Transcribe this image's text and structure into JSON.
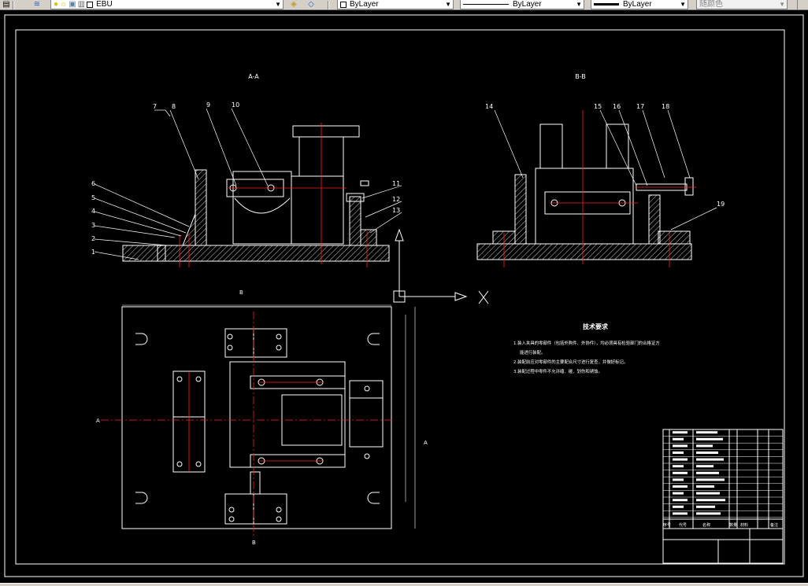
{
  "toolbar": {
    "layer_name": "EBU",
    "color_combo": "ByLayer",
    "linetype_combo": "ByLayer",
    "lineweight_combo": "ByLayer",
    "plotstyle_combo": "随颜色"
  },
  "drawing": {
    "section_a_title": "A-A",
    "section_b_title": "B-B",
    "balloons_left": [
      "1",
      "2",
      "3",
      "4",
      "5",
      "6",
      "7",
      "8",
      "9",
      "10",
      "11",
      "12",
      "13"
    ],
    "balloons_right": [
      "14",
      "15",
      "16",
      "17",
      "18",
      "19"
    ],
    "tech_title": "技术要求",
    "tech_notes": [
      "1.装入夹具的零部件（包括外购件、外协件），均必须具有检验部门的合格证方",
      "能进行装配。",
      "2.装配前应对零部件的主要配合尺寸进行复查，并做好标记。",
      "3.装配过程中零件不允许磕、碰、划伤和锈蚀。"
    ],
    "view_marks": {
      "a_left": "A",
      "a_right": "A",
      "b_top": "B",
      "b_bottom": "B"
    },
    "title_block_headers": [
      "序号",
      "代号",
      "名称",
      "数量",
      "材料",
      "备注"
    ]
  },
  "colors": {
    "background": "#000000",
    "outline": "#ffffff",
    "centerline": "#ff2020",
    "hatch": "#ffffff",
    "toolbar": "#d4d0c8"
  }
}
